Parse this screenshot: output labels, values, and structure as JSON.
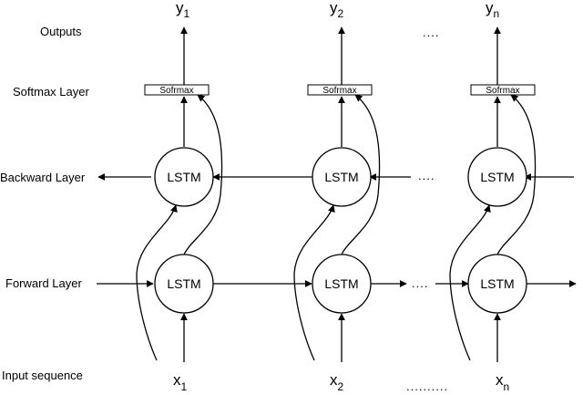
{
  "row_labels": {
    "outputs": "Outputs",
    "softmax": "Softmax Layer",
    "backward": "Backward Layer",
    "forward": "Forward Layer",
    "input": "Input sequence"
  },
  "node_label": "LSTM",
  "softmax_label": "Sofrmax",
  "columns": [
    {
      "output": "y",
      "output_sub": "1",
      "input": "x",
      "input_sub": "1"
    },
    {
      "output": "y",
      "output_sub": "2",
      "input": "x",
      "input_sub": "2"
    },
    {
      "output": "y",
      "output_sub": "n",
      "input": "x",
      "input_sub": "n"
    }
  ],
  "ellipses": {
    "outputs": "....",
    "backward": "....",
    "forward": "....",
    "input": ".........."
  }
}
